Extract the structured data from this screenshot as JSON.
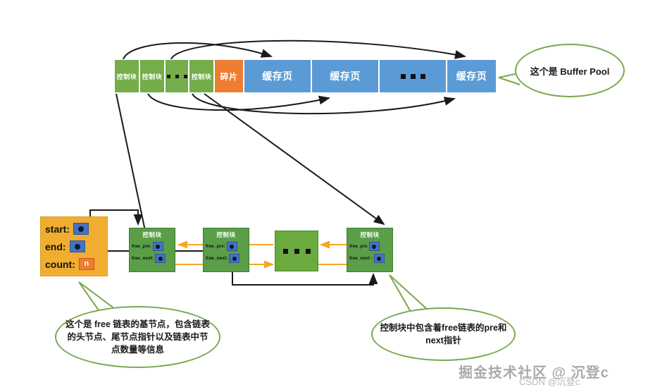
{
  "buffer_pool": {
    "cells": [
      {
        "label": "控制块",
        "kind": "ctrl"
      },
      {
        "label": "控制块",
        "kind": "ctrl"
      },
      {
        "label": "",
        "kind": "dots"
      },
      {
        "label": "控制块",
        "kind": "ctrl"
      },
      {
        "label": "碎片",
        "kind": "frag"
      },
      {
        "label": "缓存页",
        "kind": "page"
      },
      {
        "label": "缓存页",
        "kind": "page"
      },
      {
        "label": "",
        "kind": "pdots"
      },
      {
        "label": "缓存页",
        "kind": "page"
      }
    ],
    "colors": {
      "control_block": "#74ad49",
      "fragment": "#ed7d31",
      "cache_page": "#5b9bd5"
    }
  },
  "callouts": {
    "pool": "这个是 Buffer Pool",
    "base_node": "这个是 free 链表的基节点，包含链表的头节点、尾节点指针以及链表中节点数量等信息",
    "control_block": "控制块中包含着free链表的pre和next指针",
    "border_color": "#79a84f"
  },
  "base_node": {
    "fields": [
      {
        "label": "start:",
        "value": "",
        "slot": "pointer"
      },
      {
        "label": "end:",
        "value": "",
        "slot": "pointer"
      },
      {
        "label": "count:",
        "value": "n",
        "slot": "count"
      }
    ],
    "color": "#f0ad30"
  },
  "free_list": {
    "node_title": "控制块",
    "field_pre": "free_pre:",
    "field_next": "free_next:",
    "nodes": [
      {
        "title": "控制块",
        "pre": "free_pre:",
        "next": "free_next:"
      },
      {
        "title": "控制块",
        "pre": "free_pre:",
        "next": "free_next:"
      },
      {
        "title": "控制块",
        "pre": "free_pre",
        "next": "free_next :"
      }
    ],
    "ellipsis_node": "...",
    "link_color": "#f5a623",
    "node_color": "#5a9e48"
  },
  "watermark": {
    "main": "掘金技术社区 @ 沉登c",
    "sub": "CSDN @沉登c"
  }
}
